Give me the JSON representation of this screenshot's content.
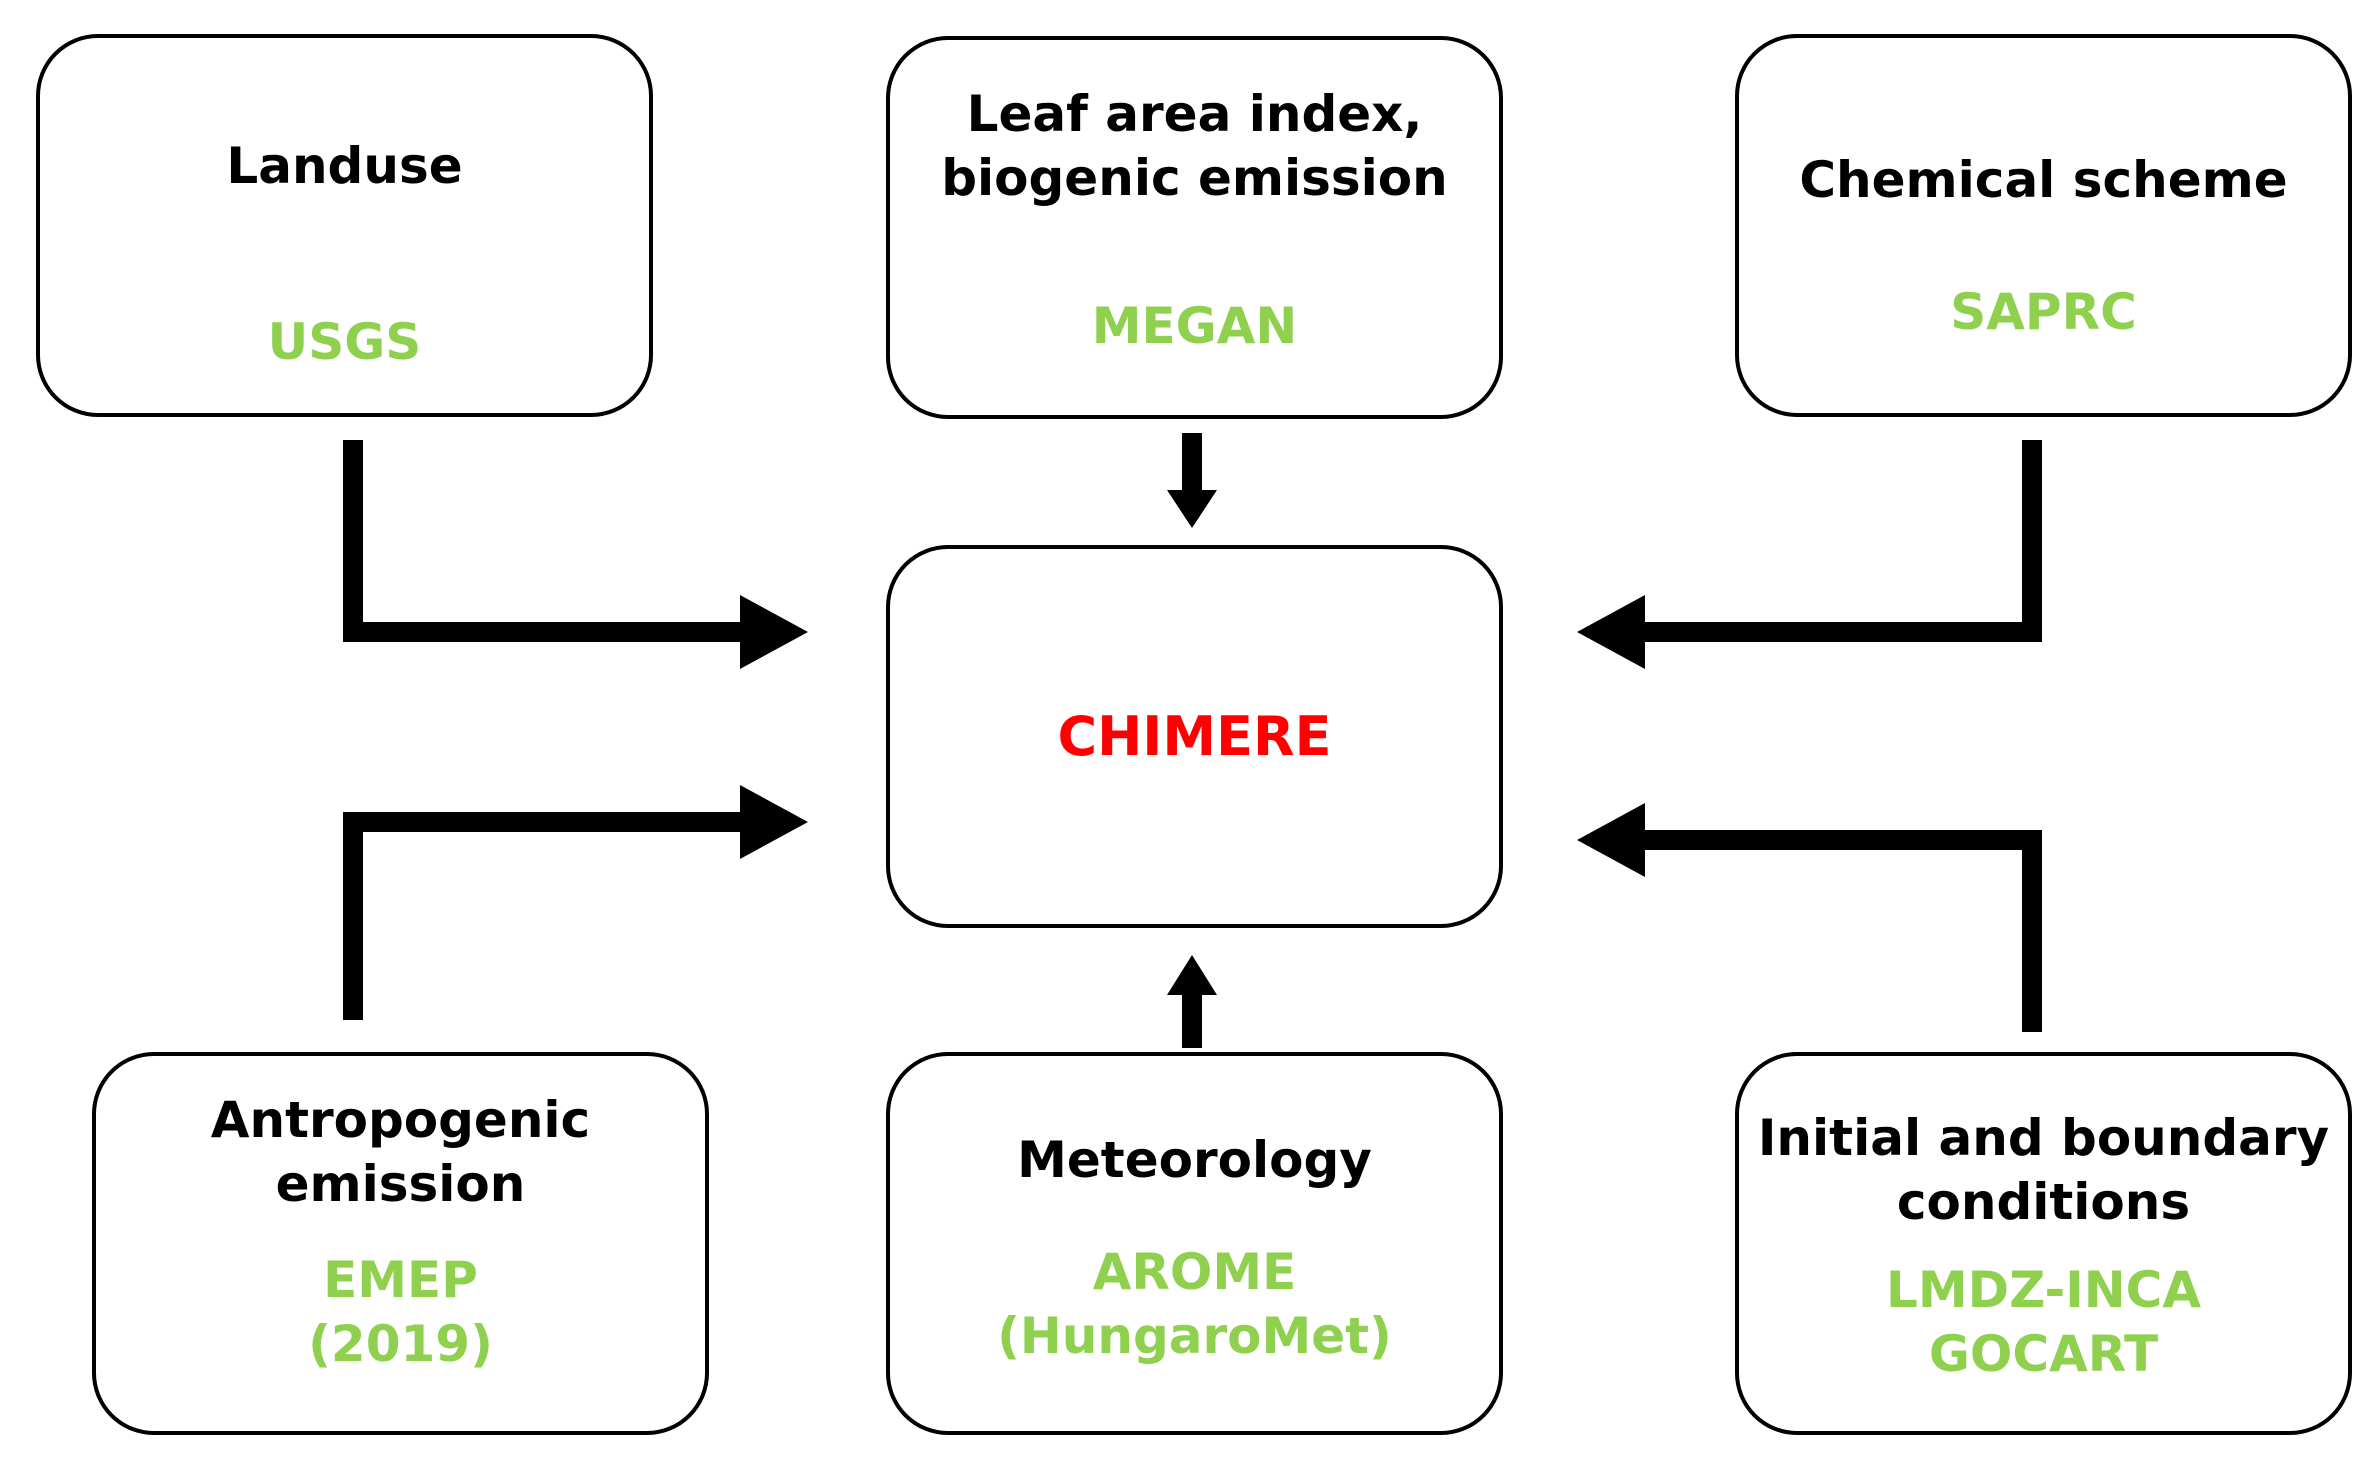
{
  "boxes": {
    "landuse": {
      "title": "Landuse",
      "model": "USGS"
    },
    "lai": {
      "title": "Leaf area index,\nbiogenic emission",
      "model": "MEGAN"
    },
    "chemical": {
      "title": "Chemical scheme",
      "model": "SAPRC"
    },
    "anthropogenic": {
      "title": "Antropogenic\nemission",
      "model": "EMEP\n(2019)"
    },
    "meteorology": {
      "title": "Meteorology",
      "model": "AROME\n(HungaroMet)"
    },
    "boundary": {
      "title": "Initial and boundary\nconditions",
      "model": "LMDZ-INCA\nGOCART"
    }
  },
  "center": {
    "label": "CHIMERE"
  },
  "colors": {
    "border": "#000000",
    "title": "#000000",
    "model": "#8fd04f",
    "center": "#ff0000",
    "arrow": "#000000"
  }
}
